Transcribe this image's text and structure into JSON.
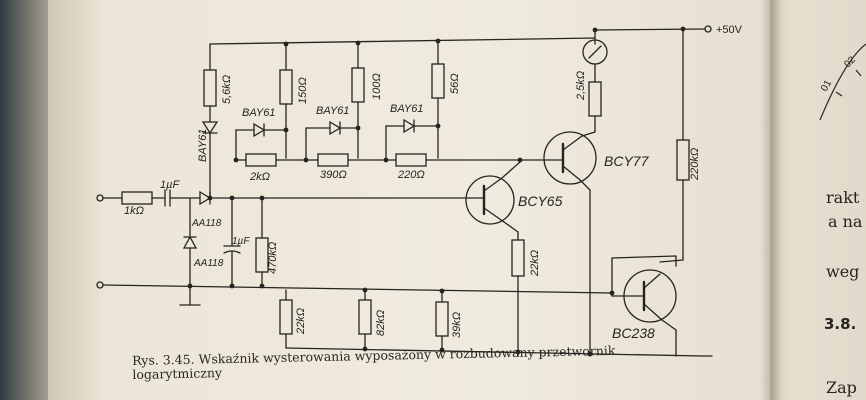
{
  "supply_label": "+50V",
  "components": {
    "r_1k": "1kΩ",
    "cap_1uf_in": "1µF",
    "diode_series": "AA118",
    "diode_shunt": "AA118",
    "cap_1uf_filter": "1µF",
    "r_470k": "470kΩ",
    "r_5k6": "5,6kΩ",
    "diode_bay61_left": "BAY61",
    "r_150": "150Ω",
    "diode_bay61_1": "BAY61",
    "r_2k": "2kΩ",
    "r_100": "100Ω",
    "diode_bay61_2": "BAY61",
    "r_390": "390Ω",
    "r_56": "56Ω",
    "diode_bay61_3": "BAY61",
    "r_220": "220Ω",
    "r_2k5": "2,5kΩ",
    "r_220k": "220kΩ",
    "t_bcy77": "BCY77",
    "t_bcy65": "BCY65",
    "r_22k_emitter": "22kΩ",
    "t_bc238": "BC238",
    "r_22k_bottom": "22kΩ",
    "r_82k": "82kΩ",
    "r_39k": "39kΩ"
  },
  "caption": {
    "line1": "Rys. 3.45. Wskaźnik wysterowania wyposażony w rozbudowany przetwornik",
    "line2": "logarytmiczny"
  },
  "right_page": {
    "line_rakt": "rakt",
    "line_a_na": "a na",
    "line_weg": "weg",
    "section": "3.8.",
    "line_zap": "Zap",
    "dial_01": "01",
    "dial_02": "02"
  }
}
